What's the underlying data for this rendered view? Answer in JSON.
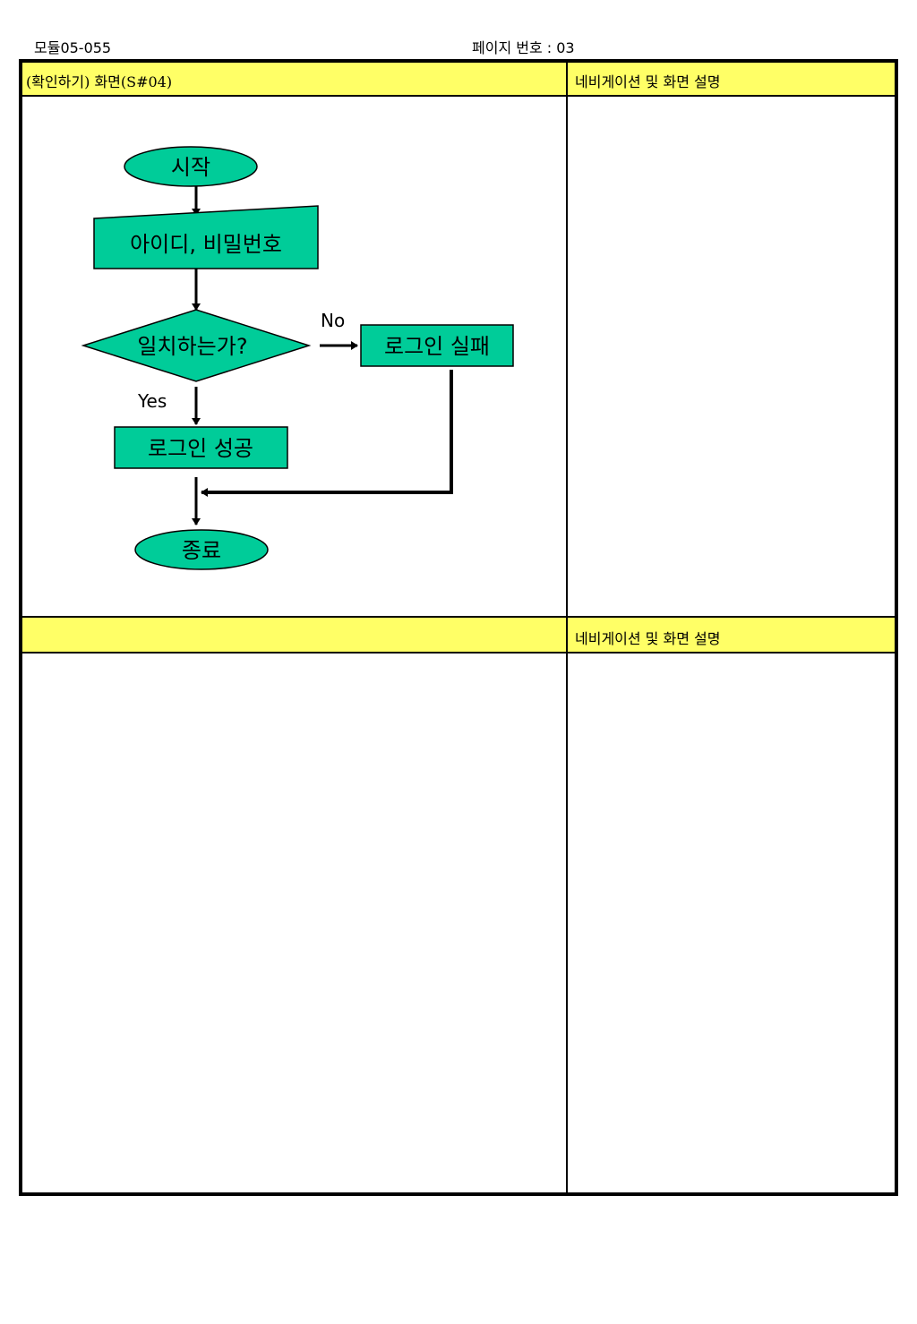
{
  "header": {
    "module_id": "모듈05-055",
    "page_number": "페이지 번호 : 03"
  },
  "section_top": {
    "screen_label": "(확인하기) 화면(S#04)",
    "nav_label": "네비게이션 및 화면 설명"
  },
  "section_bottom": {
    "screen_label": "",
    "nav_label": "네비게이션 및 화면 설명"
  },
  "flowchart": {
    "start": "시작",
    "input": "아이디, 비밀번호",
    "decision": "일치하는가?",
    "no_label": "No",
    "yes_label": "Yes",
    "fail": "로그인 실패",
    "success": "로그인 성공",
    "end": "종료"
  },
  "colors": {
    "header_fill": "#ffff66",
    "shape_fill": "#00cc99"
  }
}
